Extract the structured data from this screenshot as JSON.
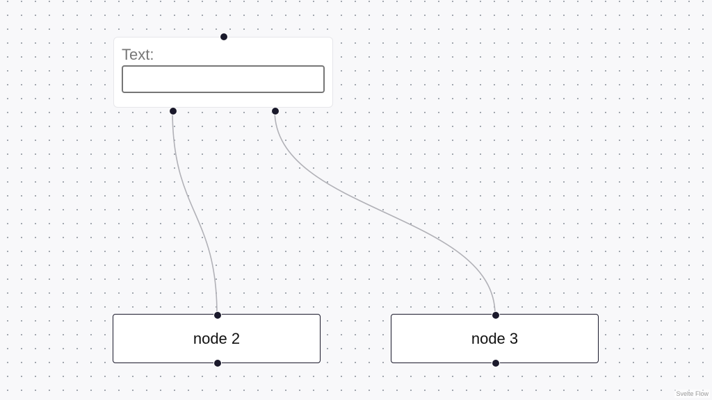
{
  "nodes": {
    "text_node": {
      "label": "Text:",
      "input_value": ""
    },
    "node_2": {
      "label": "node 2"
    },
    "node_3": {
      "label": "node 3"
    }
  },
  "edges": [
    {
      "source": "text_node_a",
      "target": "node_2"
    },
    {
      "source": "text_node_b",
      "target": "node_3"
    }
  ],
  "attribution": "Svelte Flow",
  "colors": {
    "background": "#f8f8fa",
    "dot": "#9aa0a8",
    "edge": "#b1b1b7",
    "handle": "#1a192b",
    "node_border": "#1a192b"
  }
}
